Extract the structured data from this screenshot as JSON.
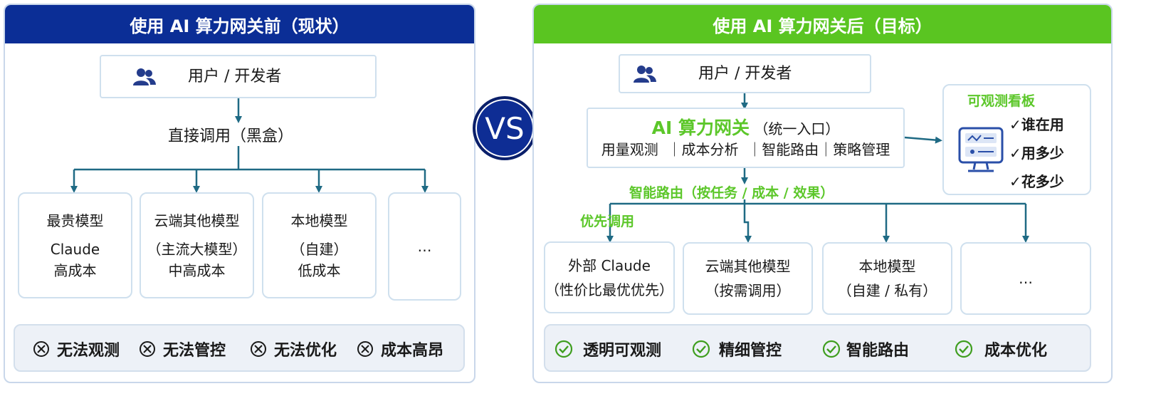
{
  "colors": {
    "left_header": "#0b2e96",
    "right_header": "#5ac521",
    "arrow": "#1f6a84",
    "green_text": "#5cc72a",
    "panel_border": "#c9d7ea"
  },
  "left": {
    "title": "使用 AI 算力网关前（现状）",
    "user_icon": "users-icon",
    "user_label": "用户 / 开发者",
    "direct_call": "直接调用（黑盒）",
    "models": [
      {
        "line1": "最贵模型",
        "line2": "Claude",
        "line3": "高成本"
      },
      {
        "line1": "云端其他模型",
        "line2": "（主流大模型）",
        "line3": "中高成本"
      },
      {
        "line1": "本地模型",
        "line2": "（自建）",
        "line3": "低成本"
      },
      {
        "line1": "…"
      }
    ],
    "drawbacks": [
      "无法观测",
      "无法管控",
      "无法优化",
      "成本高昂"
    ],
    "drawback_icon": "x-circle-icon"
  },
  "vs_label": "VS",
  "right": {
    "title": "使用 AI 算力网关后（目标）",
    "user_icon": "users-icon",
    "user_label": "用户 / 开发者",
    "gateway": {
      "name": "AI 算力网关",
      "subtitle": "（统一入口）",
      "features": "用量观测  ｜成本分析  ｜智能路由｜策略管理"
    },
    "dashboard": {
      "title": "可观测看板",
      "icon": "monitor-dashboard-icon",
      "items": [
        "✓谁在用",
        "✓用多少",
        "✓花多少"
      ]
    },
    "routing_label": "智能路由（按任务 / 成本 / 效果）",
    "priority_label": "优先调用",
    "models": [
      {
        "line1": "外部 Claude",
        "line2": "（性价比最优优先）"
      },
      {
        "line1": "云端其他模型",
        "line2": "（按需调用）"
      },
      {
        "line1": "本地模型",
        "line2": "（自建 / 私有）"
      },
      {
        "line1": "…"
      }
    ],
    "benefits": [
      "透明可观测",
      "精细管控",
      "智能路由",
      "成本优化"
    ],
    "benefit_icon": "check-circle-icon"
  }
}
